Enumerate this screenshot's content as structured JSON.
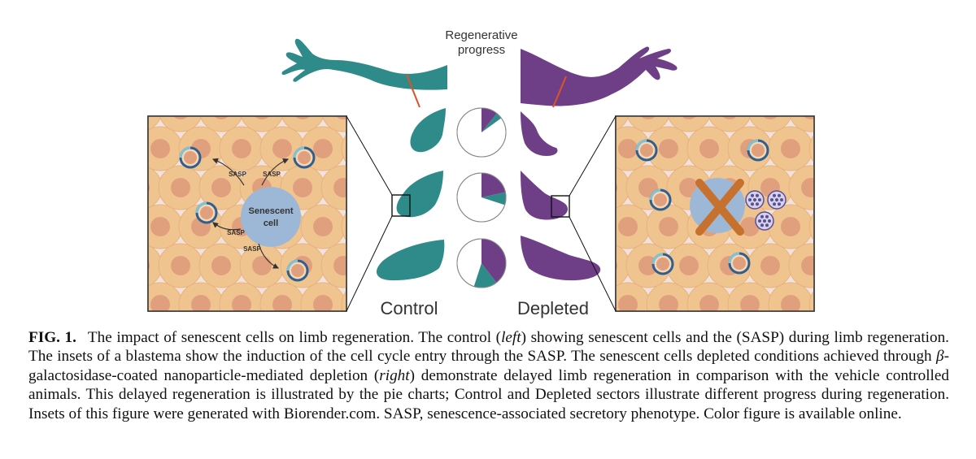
{
  "figure": {
    "header": {
      "line1": "Regenerative",
      "line2": "progress"
    },
    "group_labels": {
      "left": "Control",
      "right": "Depleted"
    },
    "left_inset": {
      "center_line1": "Senescent",
      "center_line2": "cell",
      "sasp": [
        "SASP",
        "SASP",
        "SASP",
        "SASP"
      ]
    },
    "pie_progress": [
      0.15,
      0.3,
      0.55
    ],
    "colors": {
      "control": "#2e8b8a",
      "depleted": "#6e3f86",
      "pie_fill": "#6e3f86",
      "pie_teal": "#2e8b8a",
      "cut_line": "#d9542b",
      "cell_fill": "#f0c48f",
      "nucleus": "#e1a07d",
      "senescent": "#9db8d6",
      "cross": "#c7712e"
    }
  },
  "caption": {
    "label": "FIG. 1.",
    "part1": "The impact of senescent cells on limb regeneration. The control (",
    "em1": "left",
    "part2": ") showing senescent cells and the (SASP) during limb regeneration. The insets of a blastema show the induction of the cell cycle entry through the SASP. The senescent cells depleted conditions achieved through ",
    "beta": "β",
    "part3": "-galactosidase-coated nanoparticle-mediated depletion (",
    "em2": "right",
    "part4": ") demonstrate delayed limb regeneration in comparison with the vehicle controlled animals. This delayed regeneration is illustrated by the pie charts; Control and Depleted sectors illustrate different progress during regeneration. Insets of this figure were generated with Biorender.com. SASP, senescence-associated secretory phenotype. Color figure is available online."
  }
}
